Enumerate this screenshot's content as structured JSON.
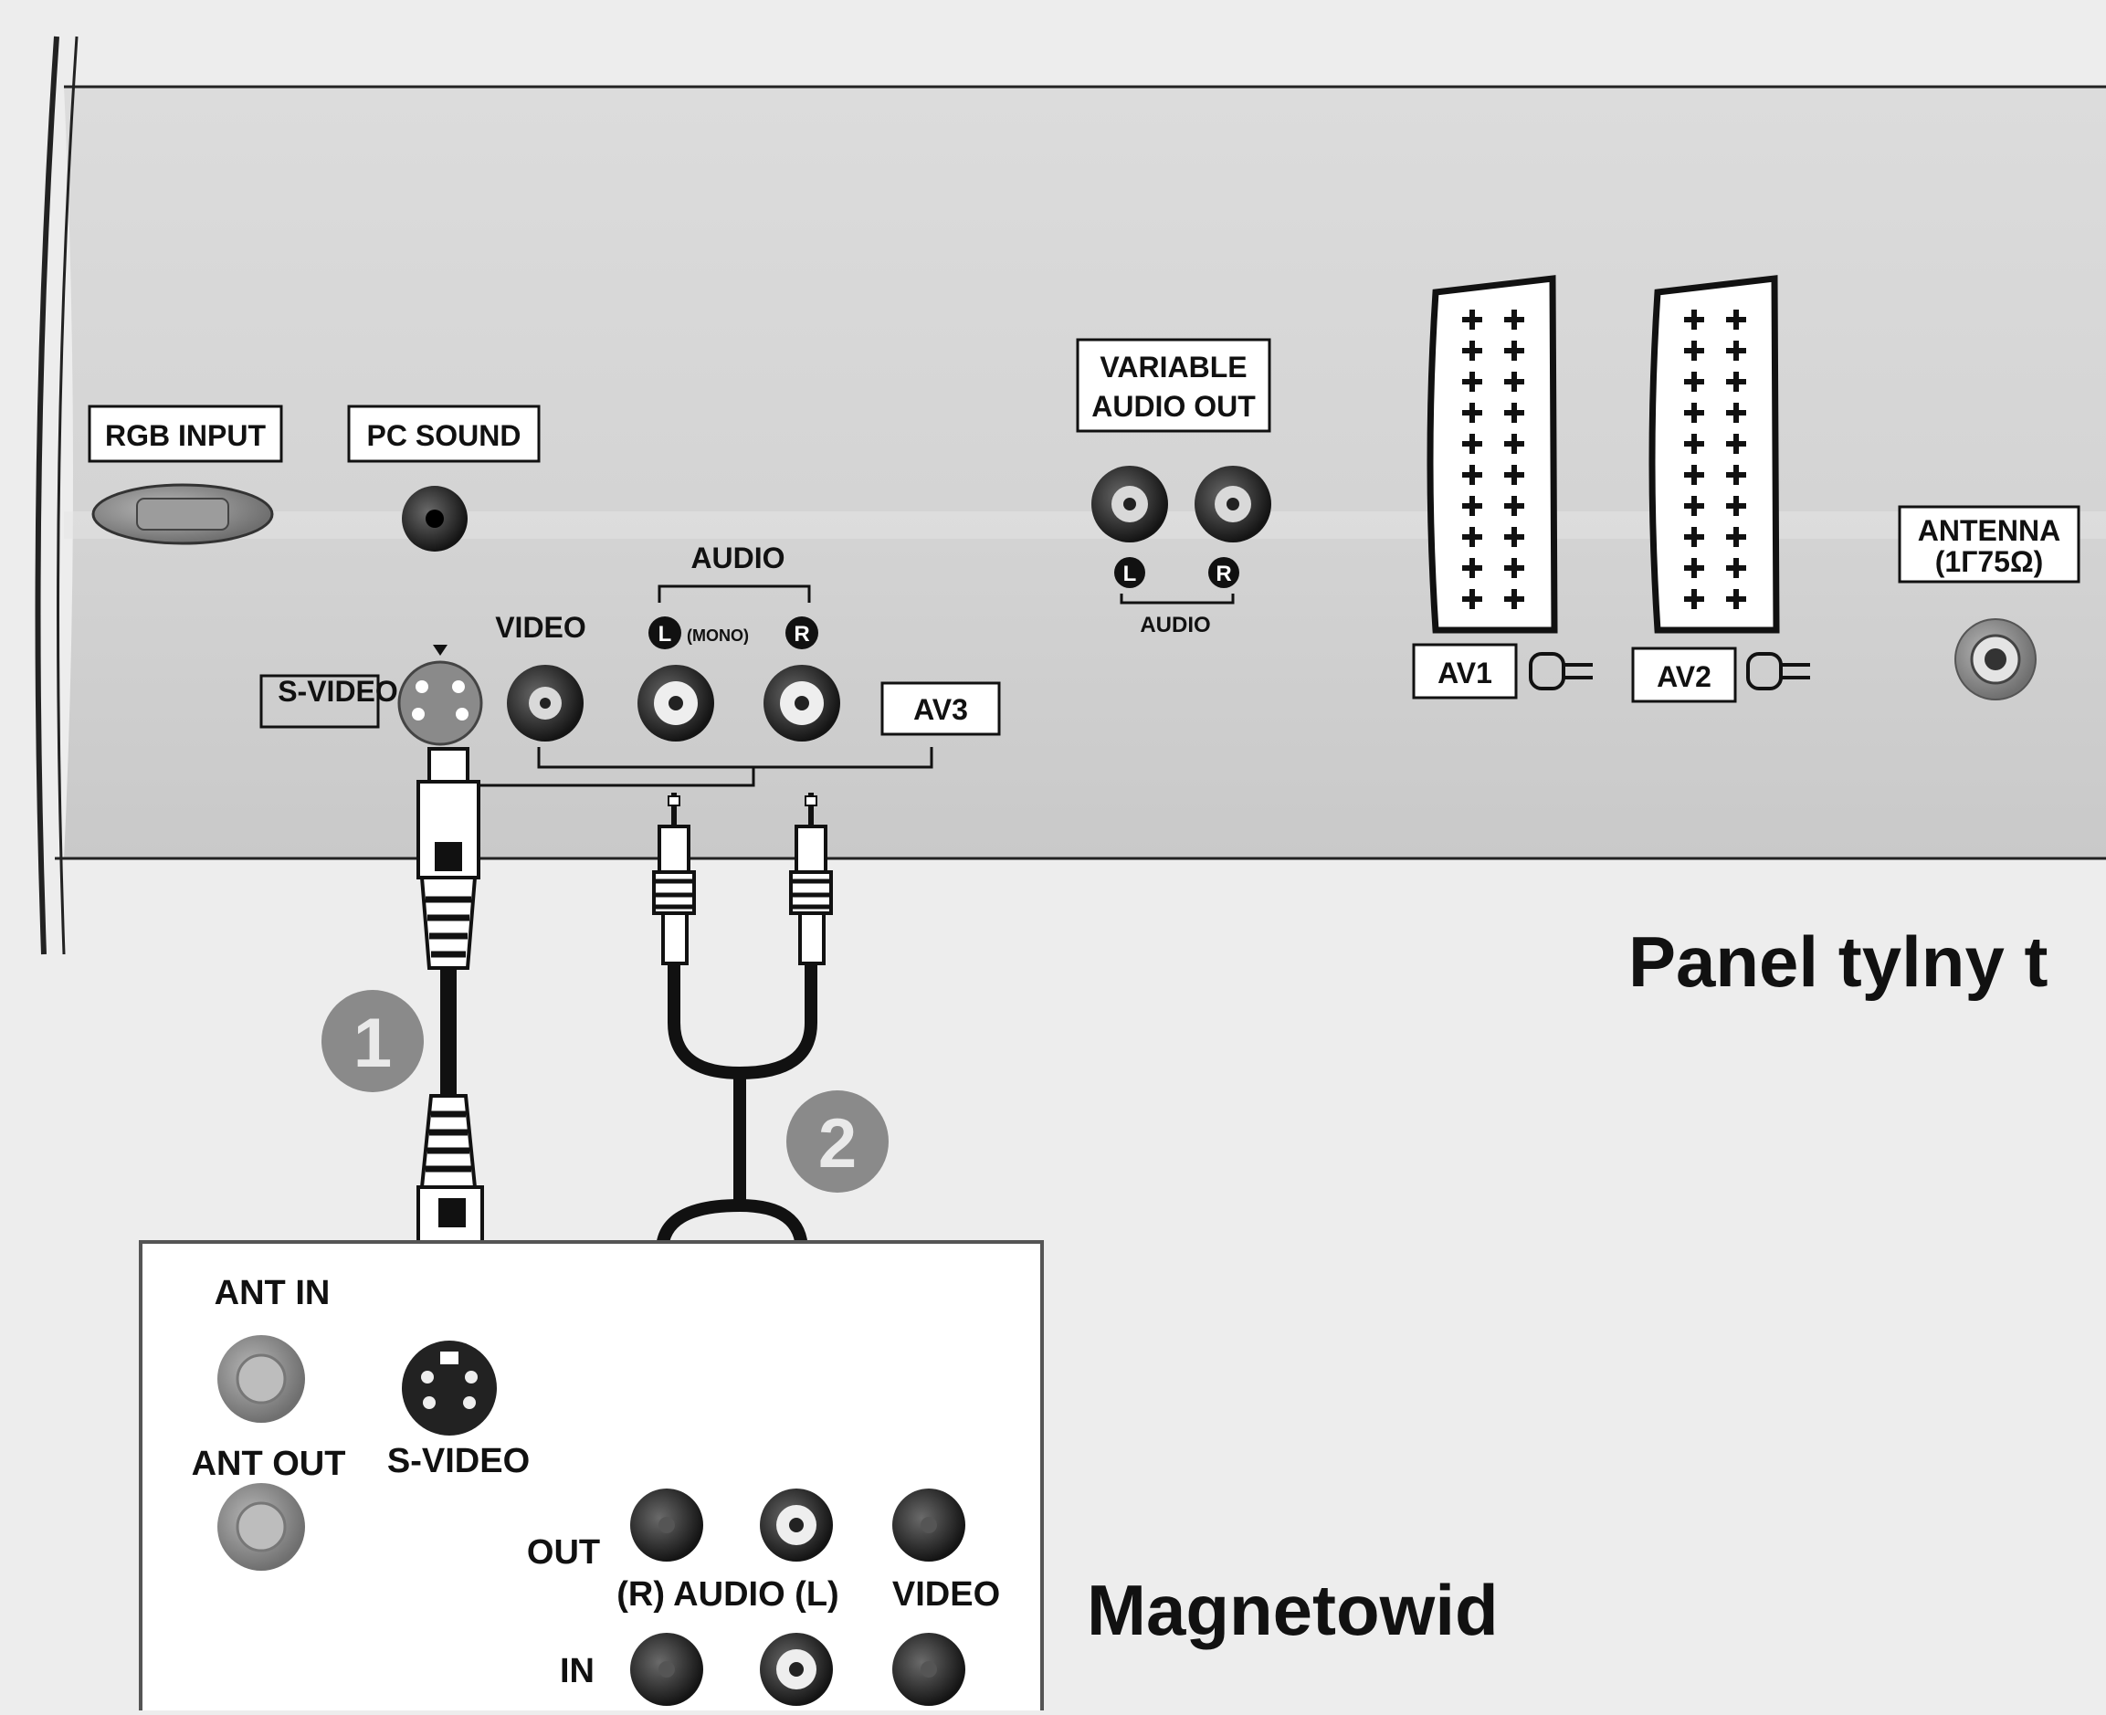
{
  "tv_panel": {
    "rgb_input": "RGB INPUT",
    "pc_sound": "PC SOUND",
    "variable_audio_out_line1": "VARIABLE",
    "variable_audio_out_line2": "AUDIO OUT",
    "audio_out_l": "L",
    "audio_out_r": "R",
    "audio_out_caption": "AUDIO",
    "av3_audio_header": "AUDIO",
    "av3_video": "VIDEO",
    "av3_l": "L",
    "av3_mono": "(MONO)",
    "av3_r": "R",
    "s_video": "S-VIDEO",
    "av3": "AV3",
    "av1": "AV1",
    "av2": "AV2",
    "antenna_line1": "ANTENNA",
    "antenna_line2": "(1Г75Ω)"
  },
  "panel_caption": "Panel tylny t",
  "callouts": {
    "one": "1",
    "two": "2"
  },
  "vcr": {
    "ant_in": "ANT IN",
    "ant_out": "ANT OUT",
    "s_video": "S-VIDEO",
    "out": "OUT",
    "in": "IN",
    "audio_row": "(R) AUDIO (L)",
    "video": "VIDEO"
  },
  "vcr_caption": "Magnetowid",
  "colors": {
    "background": "#ededed",
    "panel": "#d8d8d8",
    "connector_dark": "#2a2a2a",
    "callout_gray": "#8a8a8a"
  }
}
